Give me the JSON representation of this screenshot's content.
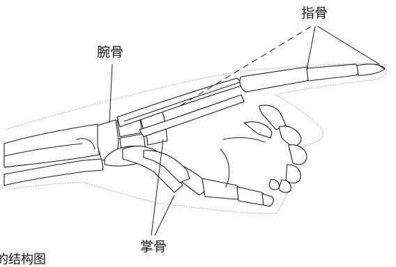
{
  "diagram": {
    "labels": {
      "carpal": "腕骨",
      "phalanx": "指骨",
      "metacarpal": "掌骨"
    },
    "caption": "的结构图"
  },
  "colors": {
    "ink": "#1a1a1a",
    "skin_outline": "#b8b8b8",
    "background": "#ffffff"
  }
}
